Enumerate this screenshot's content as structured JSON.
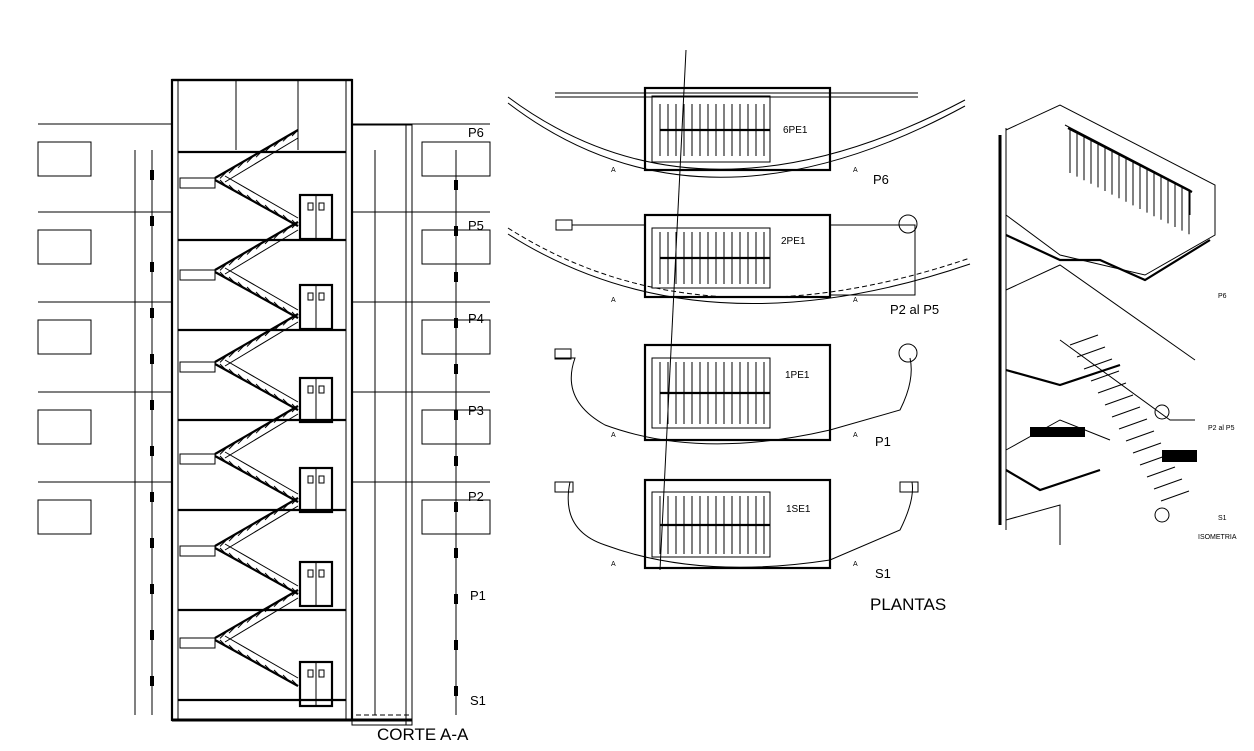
{
  "section": {
    "title": "CORTE A-A",
    "floor_labels": [
      "P6",
      "P5",
      "P4",
      "P3",
      "P2",
      "P1",
      "S1"
    ]
  },
  "plans": {
    "title": "PLANTAS",
    "levels": [
      {
        "floor": "P6",
        "code": "6PE1",
        "marks": [
          "A",
          "A"
        ]
      },
      {
        "floor": "P2 al P5",
        "code": "2PE1",
        "marks": [
          "A",
          "A"
        ]
      },
      {
        "floor": "P1",
        "code": "1PE1",
        "marks": [
          "A",
          "A"
        ]
      },
      {
        "floor": "S1",
        "code": "1SE1",
        "marks": [
          "A",
          "A"
        ]
      }
    ]
  },
  "isometric": {
    "title": "ISOMETRIA",
    "labels": [
      "P6",
      "P2 al P5",
      "S1"
    ]
  }
}
